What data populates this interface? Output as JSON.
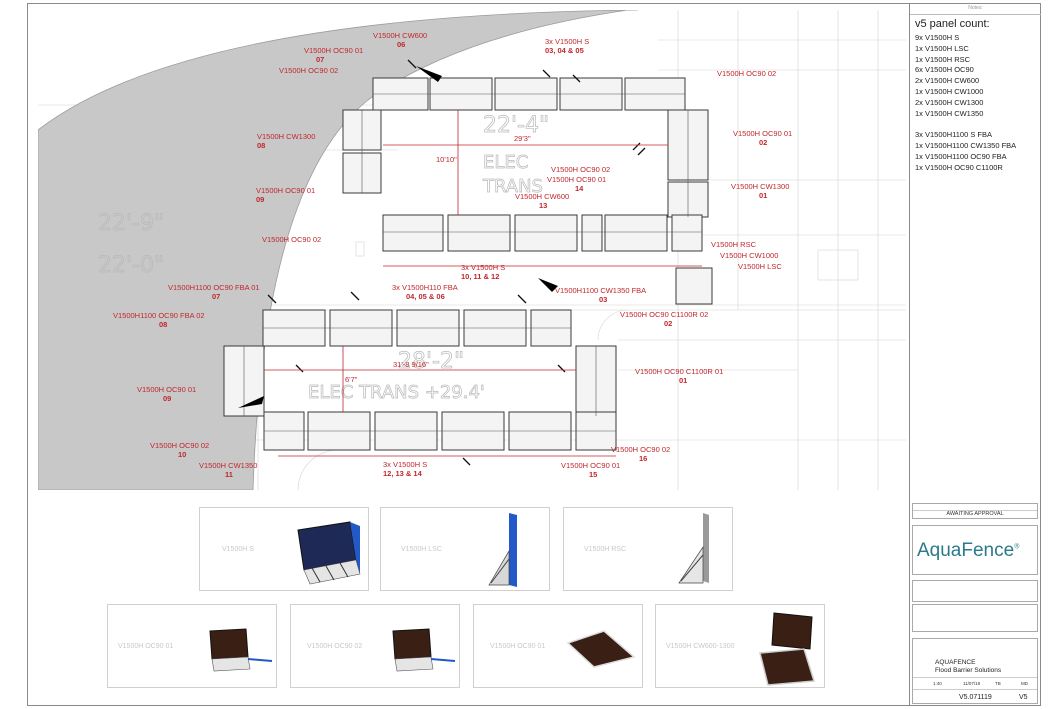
{
  "title_block": {
    "header": "Notes:",
    "panel_count_title": "v5 panel count:",
    "panel_counts": [
      "9x V1500H S",
      "1x V1500H LSC",
      "1x V1500H RSC",
      "6x V1500H OC90",
      "2x V1500H CW600",
      "1x V1500H CW1000",
      "2x V1500H CW1300",
      "1x V1500H CW1350",
      "",
      "3x V1500H1100 S FBA",
      "1x V1500H1100 CW1350 FBA",
      "1x V1500H1100 OC90 FBA",
      "1x V1500H OC90 C1100R"
    ],
    "status": "AWAITING APPROVAL",
    "brand": "AquaFence",
    "brand_mark": "®",
    "client_name": "AQUAFENCE",
    "client_sub": "Flood Barrier Solutions",
    "row_values": [
      "1:40",
      "11/07/19",
      "TB",
      "MD"
    ],
    "drawing_no": "V5.071119",
    "revision": "V5"
  },
  "labels": [
    {
      "text": "V1500H CW600",
      "num": "06"
    },
    {
      "text": "V1500H OC90 01",
      "num": "07"
    },
    {
      "text": "V1500H OC90 02",
      "num": ""
    },
    {
      "text": "3x V1500H S",
      "num": "03, 04 & 05"
    },
    {
      "text": "V1500H OC90 02",
      "num": ""
    },
    {
      "text": "V1500H OC90 01",
      "num": "02"
    },
    {
      "text": "V1500H CW1300",
      "num": "08"
    },
    {
      "text": "V1500H OC90 01",
      "num": "09"
    },
    {
      "text": "V1500H OC90 02",
      "num": ""
    },
    {
      "text": "V1500H OC90 02",
      "num": ""
    },
    {
      "text": "V1500H OC90 01",
      "num": "14"
    },
    {
      "text": "V1500H CW600",
      "num": "13"
    },
    {
      "text": "V1500H CW1300",
      "num": "01"
    },
    {
      "text": "V1500H RSC",
      "num": ""
    },
    {
      "text": "V1500H CW1000",
      "num": ""
    },
    {
      "text": "V1500H LSC",
      "num": ""
    },
    {
      "text": "3x V1500H S",
      "num": "10, 11 & 12"
    },
    {
      "text": "V1500H1100 OC90 FBA 01",
      "num": "07"
    },
    {
      "text": "3x V1500H110 FBA",
      "num": "04, 05 & 06"
    },
    {
      "text": "V1500H1100 CW1350 FBA",
      "num": "03"
    },
    {
      "text": "V1500H1100 OC90 FBA 02",
      "num": "08"
    },
    {
      "text": "V1500H OC90 C1100R 02",
      "num": "02"
    },
    {
      "text": "V1500H OC90 C1100R 01",
      "num": "01"
    },
    {
      "text": "V1500H OC90 01",
      "num": "09"
    },
    {
      "text": "V1500H OC90 02",
      "num": "10"
    },
    {
      "text": "V1500H CW1350",
      "num": "11"
    },
    {
      "text": "3x V1500H S",
      "num": "12, 13 & 14"
    },
    {
      "text": "V1500H OC90 01",
      "num": "15"
    },
    {
      "text": "V1500H OC90 02",
      "num": "16"
    }
  ],
  "dimensions": {
    "upper_width": "29'3\"",
    "upper_height": "10'10\"",
    "lower_width": "31'-8 9/16\"",
    "lower_height": "6'7\""
  },
  "background_text": {
    "room_upper": "22'-4\"",
    "elec_upper": "ELEC",
    "trans_upper": "TRANS",
    "left_1": "22'-9\"",
    "left_2": "22'-0\"",
    "room_lower": "28'-2\"",
    "elec_lower": "ELEC TRANS +29.4'"
  },
  "thumbnails": [
    {
      "label": "V1500H S"
    },
    {
      "label": "V1500H LSC"
    },
    {
      "label": "V1500H RSC"
    },
    {
      "label": "V1500H OC90 01"
    },
    {
      "label": "V1500H OC90 02"
    },
    {
      "label": "V1500H OC90 01"
    },
    {
      "label": "V1500H CW600-1300"
    }
  ],
  "colors": {
    "annotation_red": "#c0272d",
    "terrain_gray": "#c8c8c8",
    "brand_teal": "#2b7a8c",
    "panel_navy": "#1e2a55",
    "panel_blue": "#2358c9"
  }
}
